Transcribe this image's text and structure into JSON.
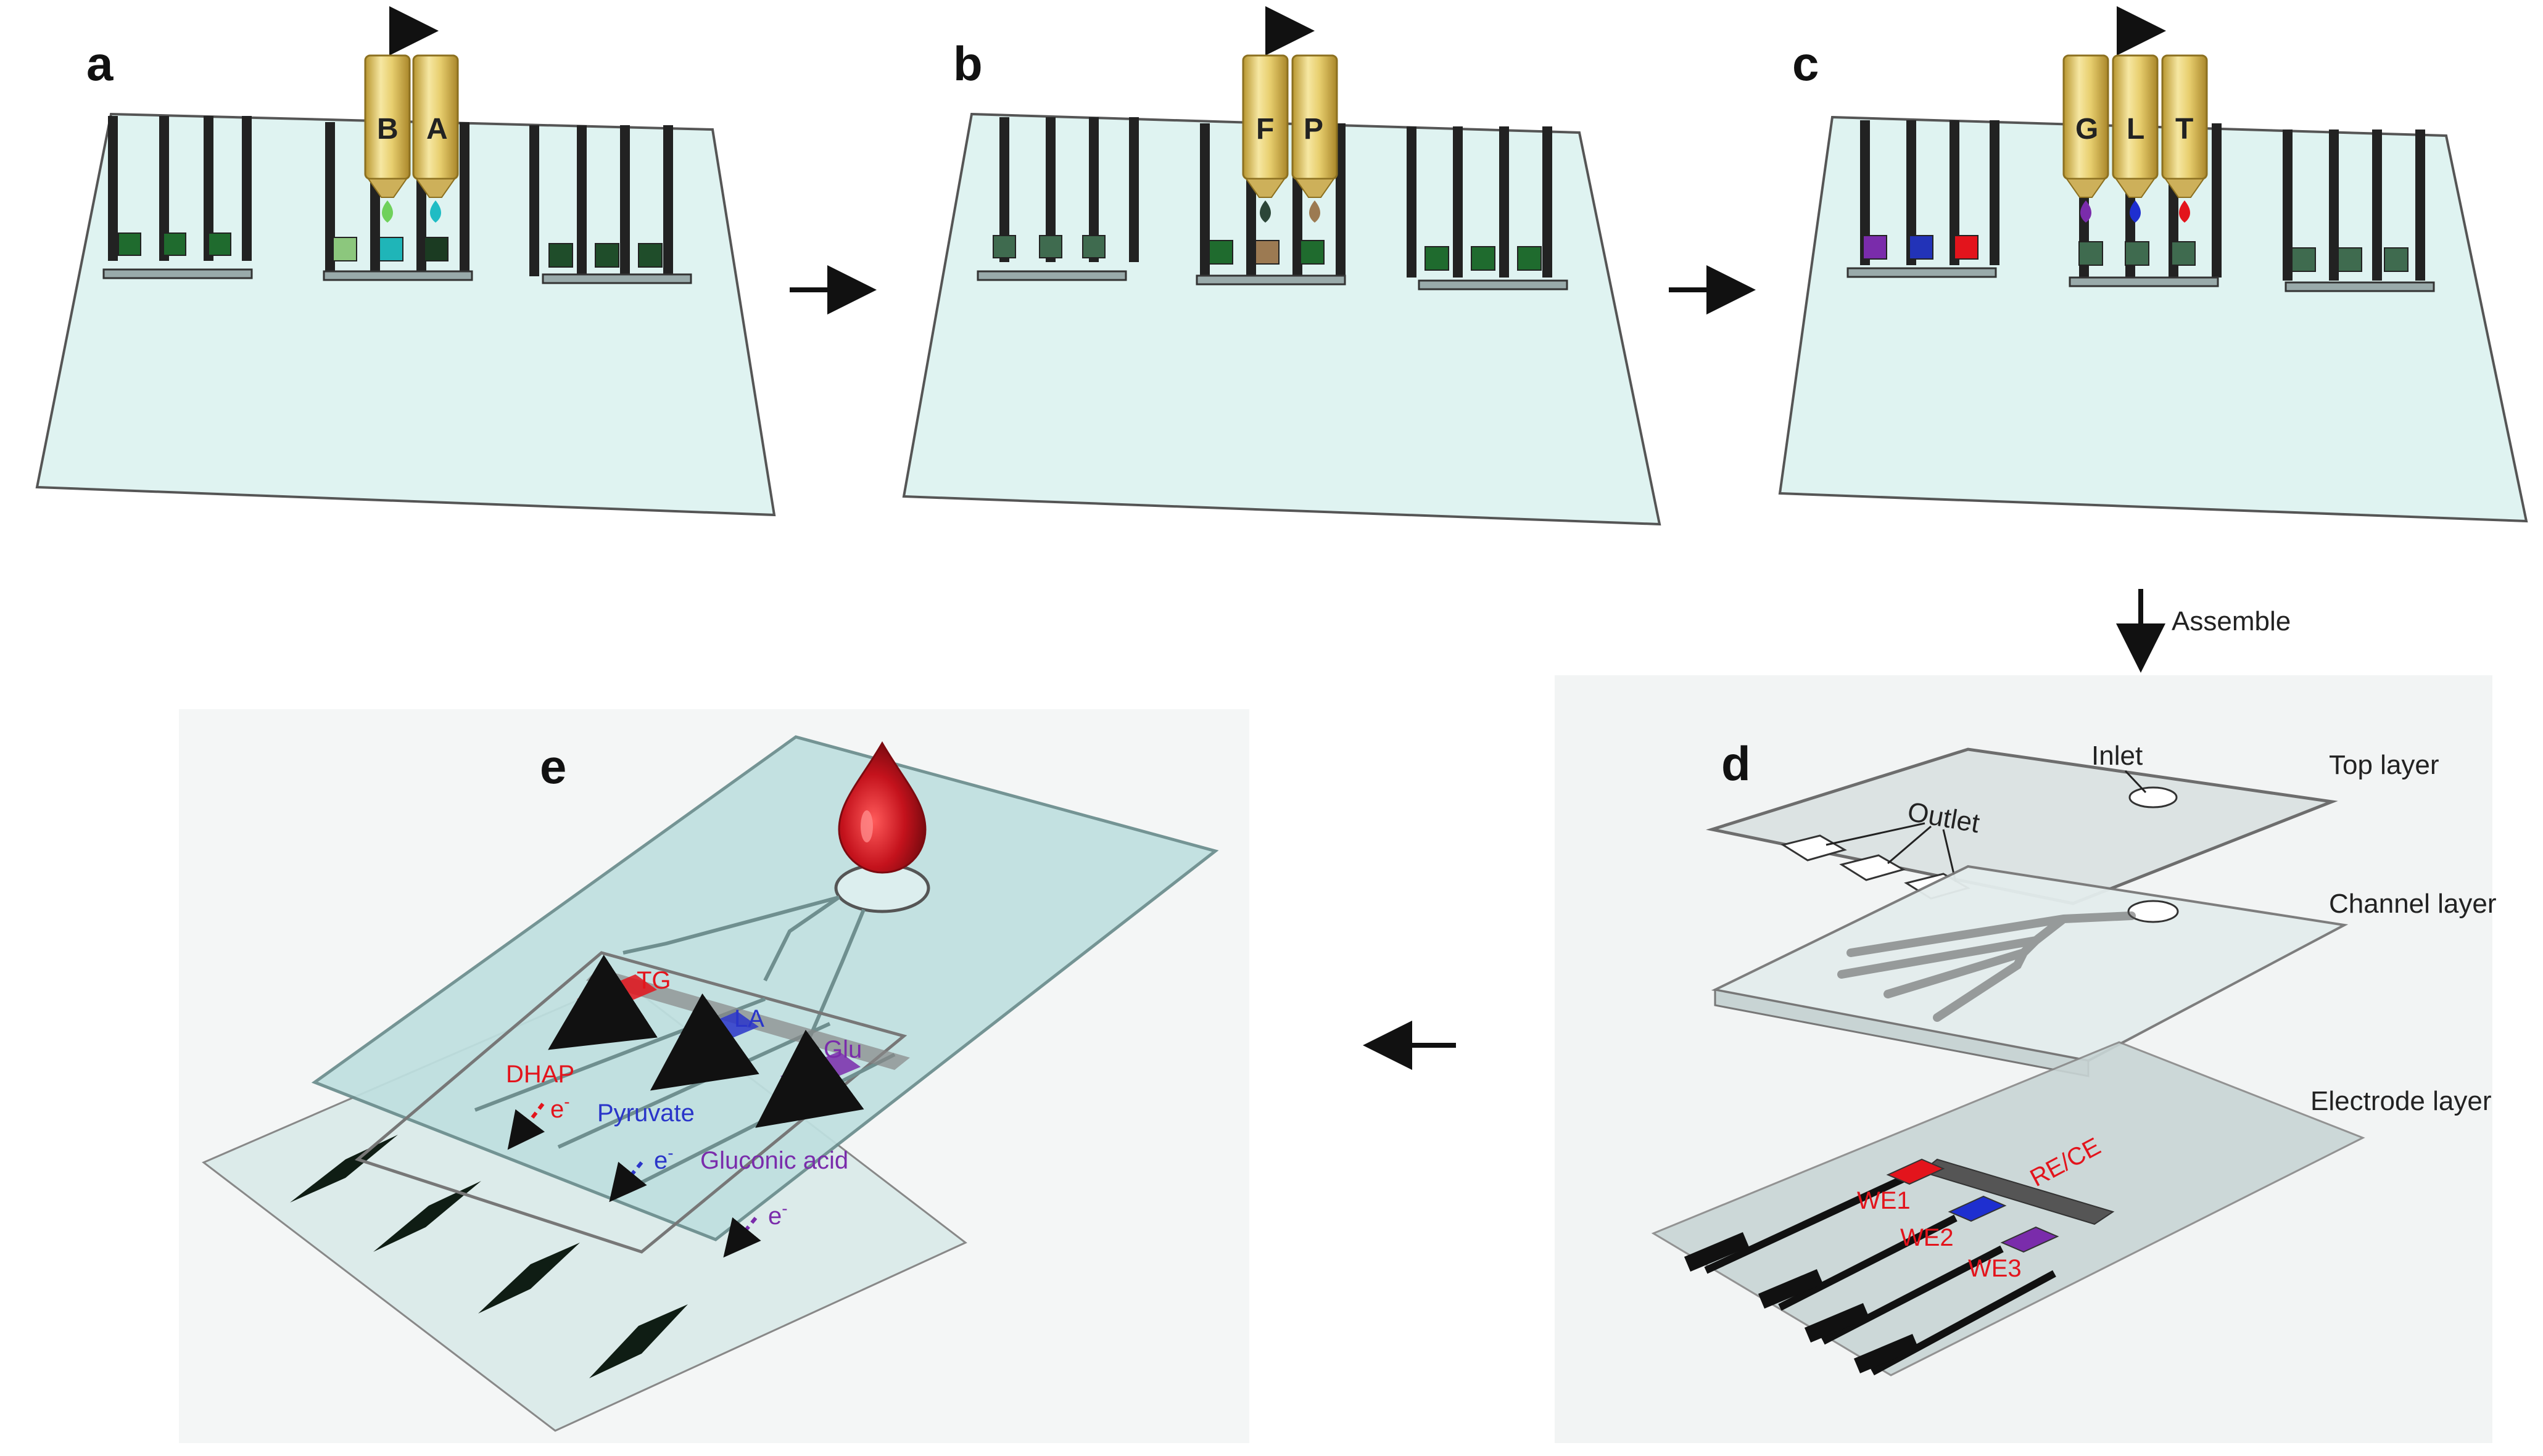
{
  "panels": {
    "a": {
      "letter": "a",
      "tips": [
        "B",
        "A"
      ]
    },
    "b": {
      "letter": "b",
      "tips": [
        "F",
        "P"
      ]
    },
    "c": {
      "letter": "c",
      "tips": [
        "G",
        "L",
        "T"
      ]
    },
    "d": {
      "letter": "d"
    },
    "e": {
      "letter": "e"
    }
  },
  "assemble_label": "Assemble",
  "layers": {
    "top": "Top layer",
    "channel": "Channel layer",
    "electrode": "Electrode layer",
    "inlet": "Inlet",
    "outlet": "Outlet",
    "re_ce": "RE/CE",
    "we1": "WE1",
    "we2": "WE2",
    "we3": "WE3"
  },
  "reactions": {
    "tg": "TG",
    "dhap": "DHAP",
    "la": "LA",
    "pyruvate": "Pyruvate",
    "glu": "Glu",
    "gluconic": "Gluconic acid",
    "electron": "e",
    "electron_sup": "-"
  },
  "colors": {
    "substrate": "#dff3f1",
    "electrode_dark": "#1c2a22",
    "tip_gold": "#e8cf6f",
    "drop_green": "#6fd15b",
    "drop_cyan": "#1fbcc4",
    "drop_darkgreen": "#2c4638",
    "drop_brown": "#9c7a52",
    "drop_purple": "#7a2cab",
    "drop_blue": "#1e2fd0",
    "drop_red": "#e3141c",
    "blood": "#c4121c"
  }
}
